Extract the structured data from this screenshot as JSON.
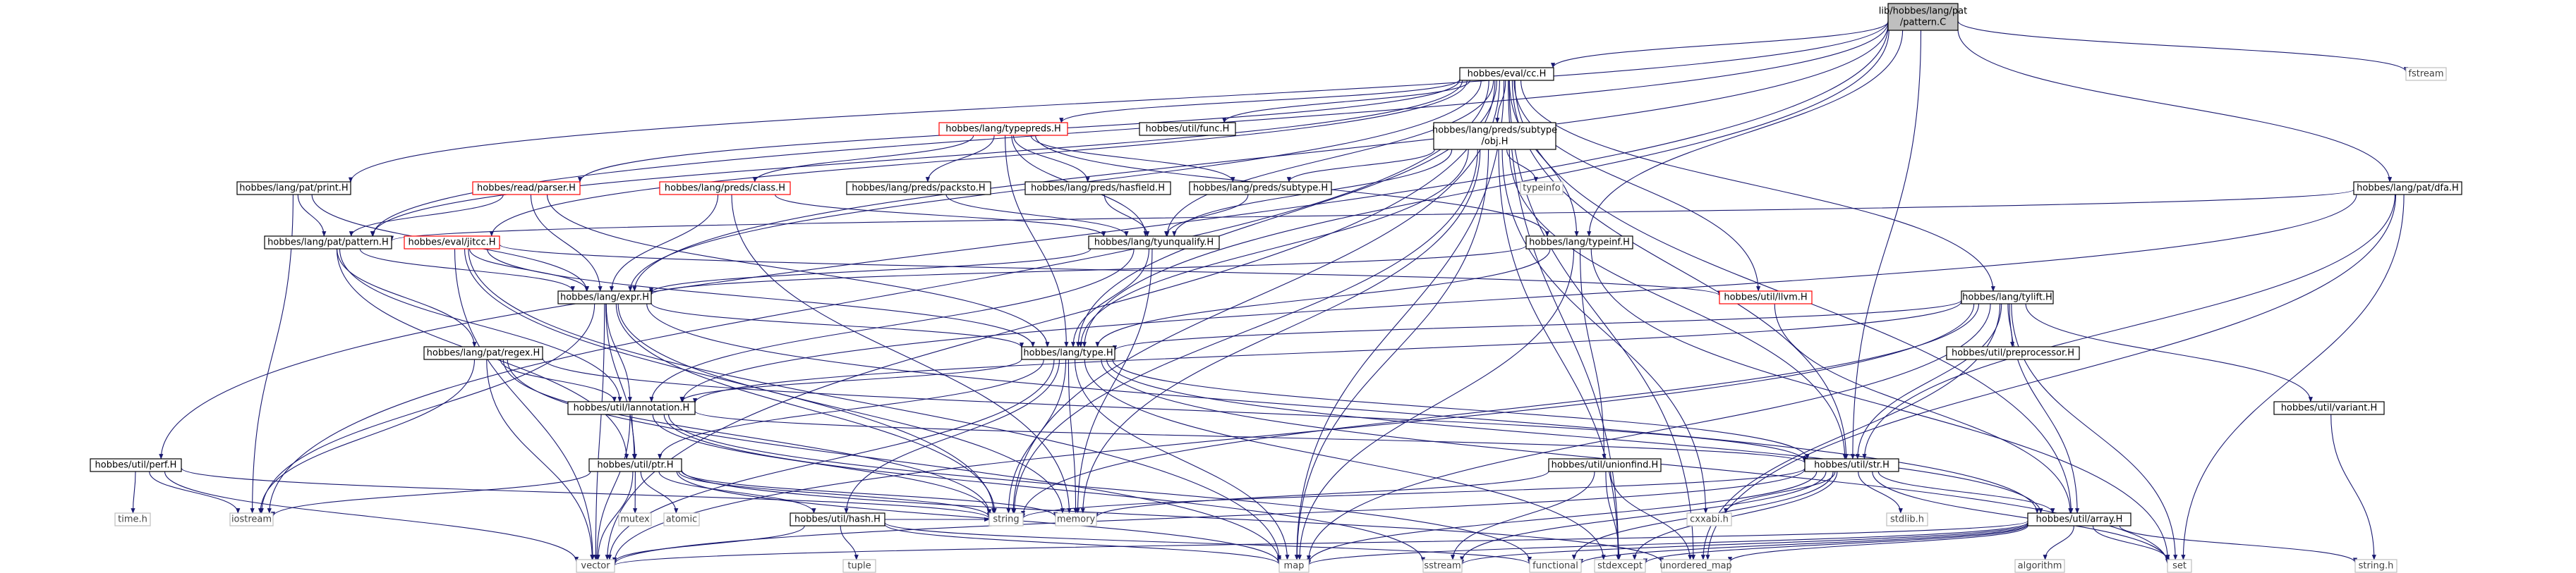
{
  "nodes": {
    "root": {
      "lines": [
        "lib/hobbes/lang/pat",
        "/pattern.C"
      ],
      "kind": "root"
    },
    "evalcc": {
      "lines": [
        "hobbes/eval/cc.H"
      ],
      "kind": "doc"
    },
    "fstream": {
      "lines": [
        "fstream"
      ],
      "kind": "ext"
    },
    "utilfunc": {
      "lines": [
        "hobbes/util/func.H"
      ],
      "kind": "doc"
    },
    "typepreds": {
      "lines": [
        "hobbes/lang/typepreds.H"
      ],
      "kind": "hl"
    },
    "subtypeobj": {
      "lines": [
        "hobbes/lang/preds/subtype",
        "/obj.H"
      ],
      "kind": "doc"
    },
    "patprint": {
      "lines": [
        "hobbes/lang/pat/print.H"
      ],
      "kind": "doc"
    },
    "readparser": {
      "lines": [
        "hobbes/read/parser.H"
      ],
      "kind": "hl"
    },
    "predsclass": {
      "lines": [
        "hobbes/lang/preds/class.H"
      ],
      "kind": "hl"
    },
    "packsto": {
      "lines": [
        "hobbes/lang/preds/packsto.H"
      ],
      "kind": "doc"
    },
    "hasfield": {
      "lines": [
        "hobbes/lang/preds/hasfield.H"
      ],
      "kind": "doc"
    },
    "predsubtype": {
      "lines": [
        "hobbes/lang/preds/subtype.H"
      ],
      "kind": "doc"
    },
    "typeinfo": {
      "lines": [
        "typeinfo"
      ],
      "kind": "ext"
    },
    "patdfa": {
      "lines": [
        "hobbes/lang/pat/dfa.H"
      ],
      "kind": "doc"
    },
    "patpattern": {
      "lines": [
        "hobbes/lang/pat/pattern.H"
      ],
      "kind": "doc"
    },
    "evaljitcc": {
      "lines": [
        "hobbes/eval/jitcc.H"
      ],
      "kind": "hl"
    },
    "tyunqualify": {
      "lines": [
        "hobbes/lang/tyunqualify.H"
      ],
      "kind": "doc"
    },
    "typeinf": {
      "lines": [
        "hobbes/lang/typeinf.H"
      ],
      "kind": "doc"
    },
    "langexpr": {
      "lines": [
        "hobbes/lang/expr.H"
      ],
      "kind": "doc"
    },
    "utilllvm": {
      "lines": [
        "hobbes/util/llvm.H"
      ],
      "kind": "hl"
    },
    "tylift": {
      "lines": [
        "hobbes/lang/tylift.H"
      ],
      "kind": "doc"
    },
    "patregex": {
      "lines": [
        "hobbes/lang/pat/regex.H"
      ],
      "kind": "doc"
    },
    "langtype": {
      "lines": [
        "hobbes/lang/type.H"
      ],
      "kind": "doc"
    },
    "preprocessor": {
      "lines": [
        "hobbes/util/preprocessor.H"
      ],
      "kind": "doc"
    },
    "lannotation": {
      "lines": [
        "hobbes/util/lannotation.H"
      ],
      "kind": "doc"
    },
    "variant": {
      "lines": [
        "hobbes/util/variant.H"
      ],
      "kind": "doc"
    },
    "utilperf": {
      "lines": [
        "hobbes/util/perf.H"
      ],
      "kind": "doc"
    },
    "unionfind": {
      "lines": [
        "hobbes/util/unionfind.H"
      ],
      "kind": "doc"
    },
    "utilstr": {
      "lines": [
        "hobbes/util/str.H"
      ],
      "kind": "doc"
    },
    "utilptr": {
      "lines": [
        "hobbes/util/ptr.H"
      ],
      "kind": "doc"
    },
    "timeh": {
      "lines": [
        "time.h"
      ],
      "kind": "ext"
    },
    "iostream": {
      "lines": [
        "iostream"
      ],
      "kind": "ext"
    },
    "mutex": {
      "lines": [
        "mutex"
      ],
      "kind": "ext"
    },
    "atomic": {
      "lines": [
        "atomic"
      ],
      "kind": "ext"
    },
    "string": {
      "lines": [
        "string"
      ],
      "kind": "ext"
    },
    "memory": {
      "lines": [
        "memory"
      ],
      "kind": "ext"
    },
    "cxxabi": {
      "lines": [
        "cxxabi.h"
      ],
      "kind": "ext"
    },
    "stdlib": {
      "lines": [
        "stdlib.h"
      ],
      "kind": "ext"
    },
    "utilarray": {
      "lines": [
        "hobbes/util/array.H"
      ],
      "kind": "doc"
    },
    "utilhash": {
      "lines": [
        "hobbes/util/hash.H"
      ],
      "kind": "doc"
    },
    "tuple": {
      "lines": [
        "tuple"
      ],
      "kind": "ext"
    },
    "vector": {
      "lines": [
        "vector"
      ],
      "kind": "ext"
    },
    "map": {
      "lines": [
        "map"
      ],
      "kind": "ext"
    },
    "sstream": {
      "lines": [
        "sstream"
      ],
      "kind": "ext"
    },
    "functional": {
      "lines": [
        "functional"
      ],
      "kind": "ext"
    },
    "stdexcept": {
      "lines": [
        "stdexcept"
      ],
      "kind": "ext"
    },
    "unordered_map": {
      "lines": [
        "unordered_map"
      ],
      "kind": "ext"
    },
    "set": {
      "lines": [
        "set"
      ],
      "kind": "ext"
    },
    "algorithm": {
      "lines": [
        "algorithm"
      ],
      "kind": "ext"
    },
    "stringh": {
      "lines": [
        "string.h"
      ],
      "kind": "ext"
    }
  },
  "edges": [
    [
      "root",
      "evalcc"
    ],
    [
      "root",
      "fstream"
    ],
    [
      "root",
      "patprint"
    ],
    [
      "root",
      "patpattern"
    ],
    [
      "root",
      "patdfa"
    ],
    [
      "root",
      "typeinf"
    ],
    [
      "root",
      "langexpr"
    ],
    [
      "root",
      "utilperf"
    ],
    [
      "root",
      "langtype"
    ],
    [
      "root",
      "utilstr"
    ],
    [
      "evalcc",
      "utilfunc"
    ],
    [
      "evalcc",
      "typepreds"
    ],
    [
      "evalcc",
      "subtypeobj"
    ],
    [
      "evalcc",
      "readparser"
    ],
    [
      "evalcc",
      "evaljitcc"
    ],
    [
      "evalcc",
      "tyunqualify"
    ],
    [
      "evalcc",
      "typeinf"
    ],
    [
      "evalcc",
      "utilllvm"
    ],
    [
      "evalcc",
      "tylift"
    ],
    [
      "evalcc",
      "patpattern"
    ],
    [
      "evalcc",
      "langexpr"
    ],
    [
      "evalcc",
      "langtype"
    ],
    [
      "evalcc",
      "utilstr"
    ],
    [
      "evalcc",
      "utilarray"
    ],
    [
      "evalcc",
      "vector"
    ],
    [
      "evalcc",
      "map"
    ],
    [
      "evalcc",
      "iostream"
    ],
    [
      "evalcc",
      "string"
    ],
    [
      "evalcc",
      "stdexcept"
    ],
    [
      "evalcc",
      "unordered_map"
    ],
    [
      "typepreds",
      "predsclass"
    ],
    [
      "typepreds",
      "packsto"
    ],
    [
      "typepreds",
      "hasfield"
    ],
    [
      "typepreds",
      "predsubtype"
    ],
    [
      "typepreds",
      "tyunqualify"
    ],
    [
      "typepreds",
      "typeinf"
    ],
    [
      "typepreds",
      "langtype"
    ],
    [
      "subtypeobj",
      "predsubtype"
    ],
    [
      "subtypeobj",
      "typeinfo"
    ],
    [
      "subtypeobj",
      "tyunqualify"
    ],
    [
      "subtypeobj",
      "langtype"
    ],
    [
      "subtypeobj",
      "utilstr"
    ],
    [
      "subtypeobj",
      "string"
    ],
    [
      "subtypeobj",
      "memory"
    ],
    [
      "subtypeobj",
      "map"
    ],
    [
      "subtypeobj",
      "cxxabi"
    ],
    [
      "subtypeobj",
      "stdexcept"
    ],
    [
      "patprint",
      "patpattern"
    ],
    [
      "patprint",
      "langexpr"
    ],
    [
      "patprint",
      "iostream"
    ],
    [
      "readparser",
      "langexpr"
    ],
    [
      "readparser",
      "patpattern"
    ],
    [
      "readparser",
      "langtype"
    ],
    [
      "predsclass",
      "tyunqualify"
    ],
    [
      "predsclass",
      "langexpr"
    ],
    [
      "predsclass",
      "memory"
    ],
    [
      "packsto",
      "tyunqualify"
    ],
    [
      "hasfield",
      "tyunqualify"
    ],
    [
      "predsubtype",
      "tyunqualify"
    ],
    [
      "patdfa",
      "patpattern"
    ],
    [
      "patdfa",
      "utilstr"
    ],
    [
      "patdfa",
      "lannotation"
    ],
    [
      "patdfa",
      "unordered_map"
    ],
    [
      "patdfa",
      "set"
    ],
    [
      "patpattern",
      "langexpr"
    ],
    [
      "patpattern",
      "patregex"
    ],
    [
      "patpattern",
      "lannotation"
    ],
    [
      "patpattern",
      "utilptr"
    ],
    [
      "evaljitcc",
      "langexpr"
    ],
    [
      "evaljitcc",
      "langtype"
    ],
    [
      "evaljitcc",
      "utilllvm"
    ],
    [
      "evaljitcc",
      "vector"
    ],
    [
      "evaljitcc",
      "map"
    ],
    [
      "evaljitcc",
      "string"
    ],
    [
      "tyunqualify",
      "langexpr"
    ],
    [
      "tyunqualify",
      "langtype"
    ],
    [
      "tyunqualify",
      "lannotation"
    ],
    [
      "tyunqualify",
      "memory"
    ],
    [
      "typeinf",
      "langexpr"
    ],
    [
      "typeinf",
      "langtype"
    ],
    [
      "typeinf",
      "unionfind"
    ],
    [
      "typeinf",
      "map"
    ],
    [
      "typeinf",
      "set"
    ],
    [
      "langexpr",
      "langtype"
    ],
    [
      "langexpr",
      "lannotation"
    ],
    [
      "langexpr",
      "utilptr"
    ],
    [
      "langexpr",
      "utilarray"
    ],
    [
      "langexpr",
      "vector"
    ],
    [
      "langexpr",
      "string"
    ],
    [
      "langexpr",
      "memory"
    ],
    [
      "langexpr",
      "iostream"
    ],
    [
      "utilllvm",
      "utilarray"
    ],
    [
      "tylift",
      "langtype"
    ],
    [
      "tylift",
      "preprocessor"
    ],
    [
      "tylift",
      "variant"
    ],
    [
      "tylift",
      "utilstr"
    ],
    [
      "tylift",
      "utilarray"
    ],
    [
      "tylift",
      "lannotation"
    ],
    [
      "tylift",
      "string"
    ],
    [
      "tylift",
      "vector"
    ],
    [
      "tylift",
      "map"
    ],
    [
      "tylift",
      "set"
    ],
    [
      "tylift",
      "unordered_map"
    ],
    [
      "patregex",
      "lannotation"
    ],
    [
      "patregex",
      "utilstr"
    ],
    [
      "patregex",
      "string"
    ],
    [
      "patregex",
      "vector"
    ],
    [
      "patregex",
      "map"
    ],
    [
      "patregex",
      "iostream"
    ],
    [
      "langtype",
      "lannotation"
    ],
    [
      "langtype",
      "utilptr"
    ],
    [
      "langtype",
      "utilhash"
    ],
    [
      "langtype",
      "utilstr"
    ],
    [
      "langtype",
      "utilarray"
    ],
    [
      "langtype",
      "string"
    ],
    [
      "langtype",
      "vector"
    ],
    [
      "langtype",
      "map"
    ],
    [
      "langtype",
      "memory"
    ],
    [
      "langtype",
      "stdexcept"
    ],
    [
      "langtype",
      "set"
    ],
    [
      "lannotation",
      "utilstr"
    ],
    [
      "lannotation",
      "utilptr"
    ],
    [
      "lannotation",
      "string"
    ],
    [
      "lannotation",
      "vector"
    ],
    [
      "lannotation",
      "functional"
    ],
    [
      "lannotation",
      "sstream"
    ],
    [
      "variant",
      "stringh"
    ],
    [
      "utilperf",
      "iostream"
    ],
    [
      "utilperf",
      "timeh"
    ],
    [
      "utilperf",
      "string"
    ],
    [
      "utilperf",
      "vector"
    ],
    [
      "unionfind",
      "memory"
    ],
    [
      "unionfind",
      "sstream"
    ],
    [
      "unionfind",
      "stdexcept"
    ],
    [
      "unionfind",
      "unordered_map"
    ],
    [
      "utilstr",
      "string"
    ],
    [
      "utilstr",
      "cxxabi"
    ],
    [
      "utilstr",
      "stdlib"
    ],
    [
      "utilstr",
      "utilarray"
    ],
    [
      "utilstr",
      "vector"
    ],
    [
      "utilstr",
      "map"
    ],
    [
      "utilstr",
      "set"
    ],
    [
      "utilstr",
      "sstream"
    ],
    [
      "utilstr",
      "functional"
    ],
    [
      "utilstr",
      "stdexcept"
    ],
    [
      "utilptr",
      "iostream"
    ],
    [
      "utilptr",
      "mutex"
    ],
    [
      "utilptr",
      "atomic"
    ],
    [
      "utilptr",
      "string"
    ],
    [
      "utilptr",
      "memory"
    ],
    [
      "utilptr",
      "utilhash"
    ],
    [
      "utilptr",
      "vector"
    ],
    [
      "utilptr",
      "map"
    ],
    [
      "utilptr",
      "unordered_map"
    ],
    [
      "utilarray",
      "vector"
    ],
    [
      "utilarray",
      "map"
    ],
    [
      "utilarray",
      "set"
    ],
    [
      "utilarray",
      "algorithm"
    ],
    [
      "utilarray",
      "stringh"
    ],
    [
      "utilarray",
      "stdexcept"
    ],
    [
      "utilarray",
      "sstream"
    ],
    [
      "utilarray",
      "functional"
    ],
    [
      "utilarray",
      "unordered_map"
    ],
    [
      "utilhash",
      "tuple"
    ],
    [
      "utilhash",
      "vector"
    ],
    [
      "utilhash",
      "map"
    ],
    [
      "utilhash",
      "string"
    ],
    [
      "utilhash",
      "functional"
    ]
  ]
}
